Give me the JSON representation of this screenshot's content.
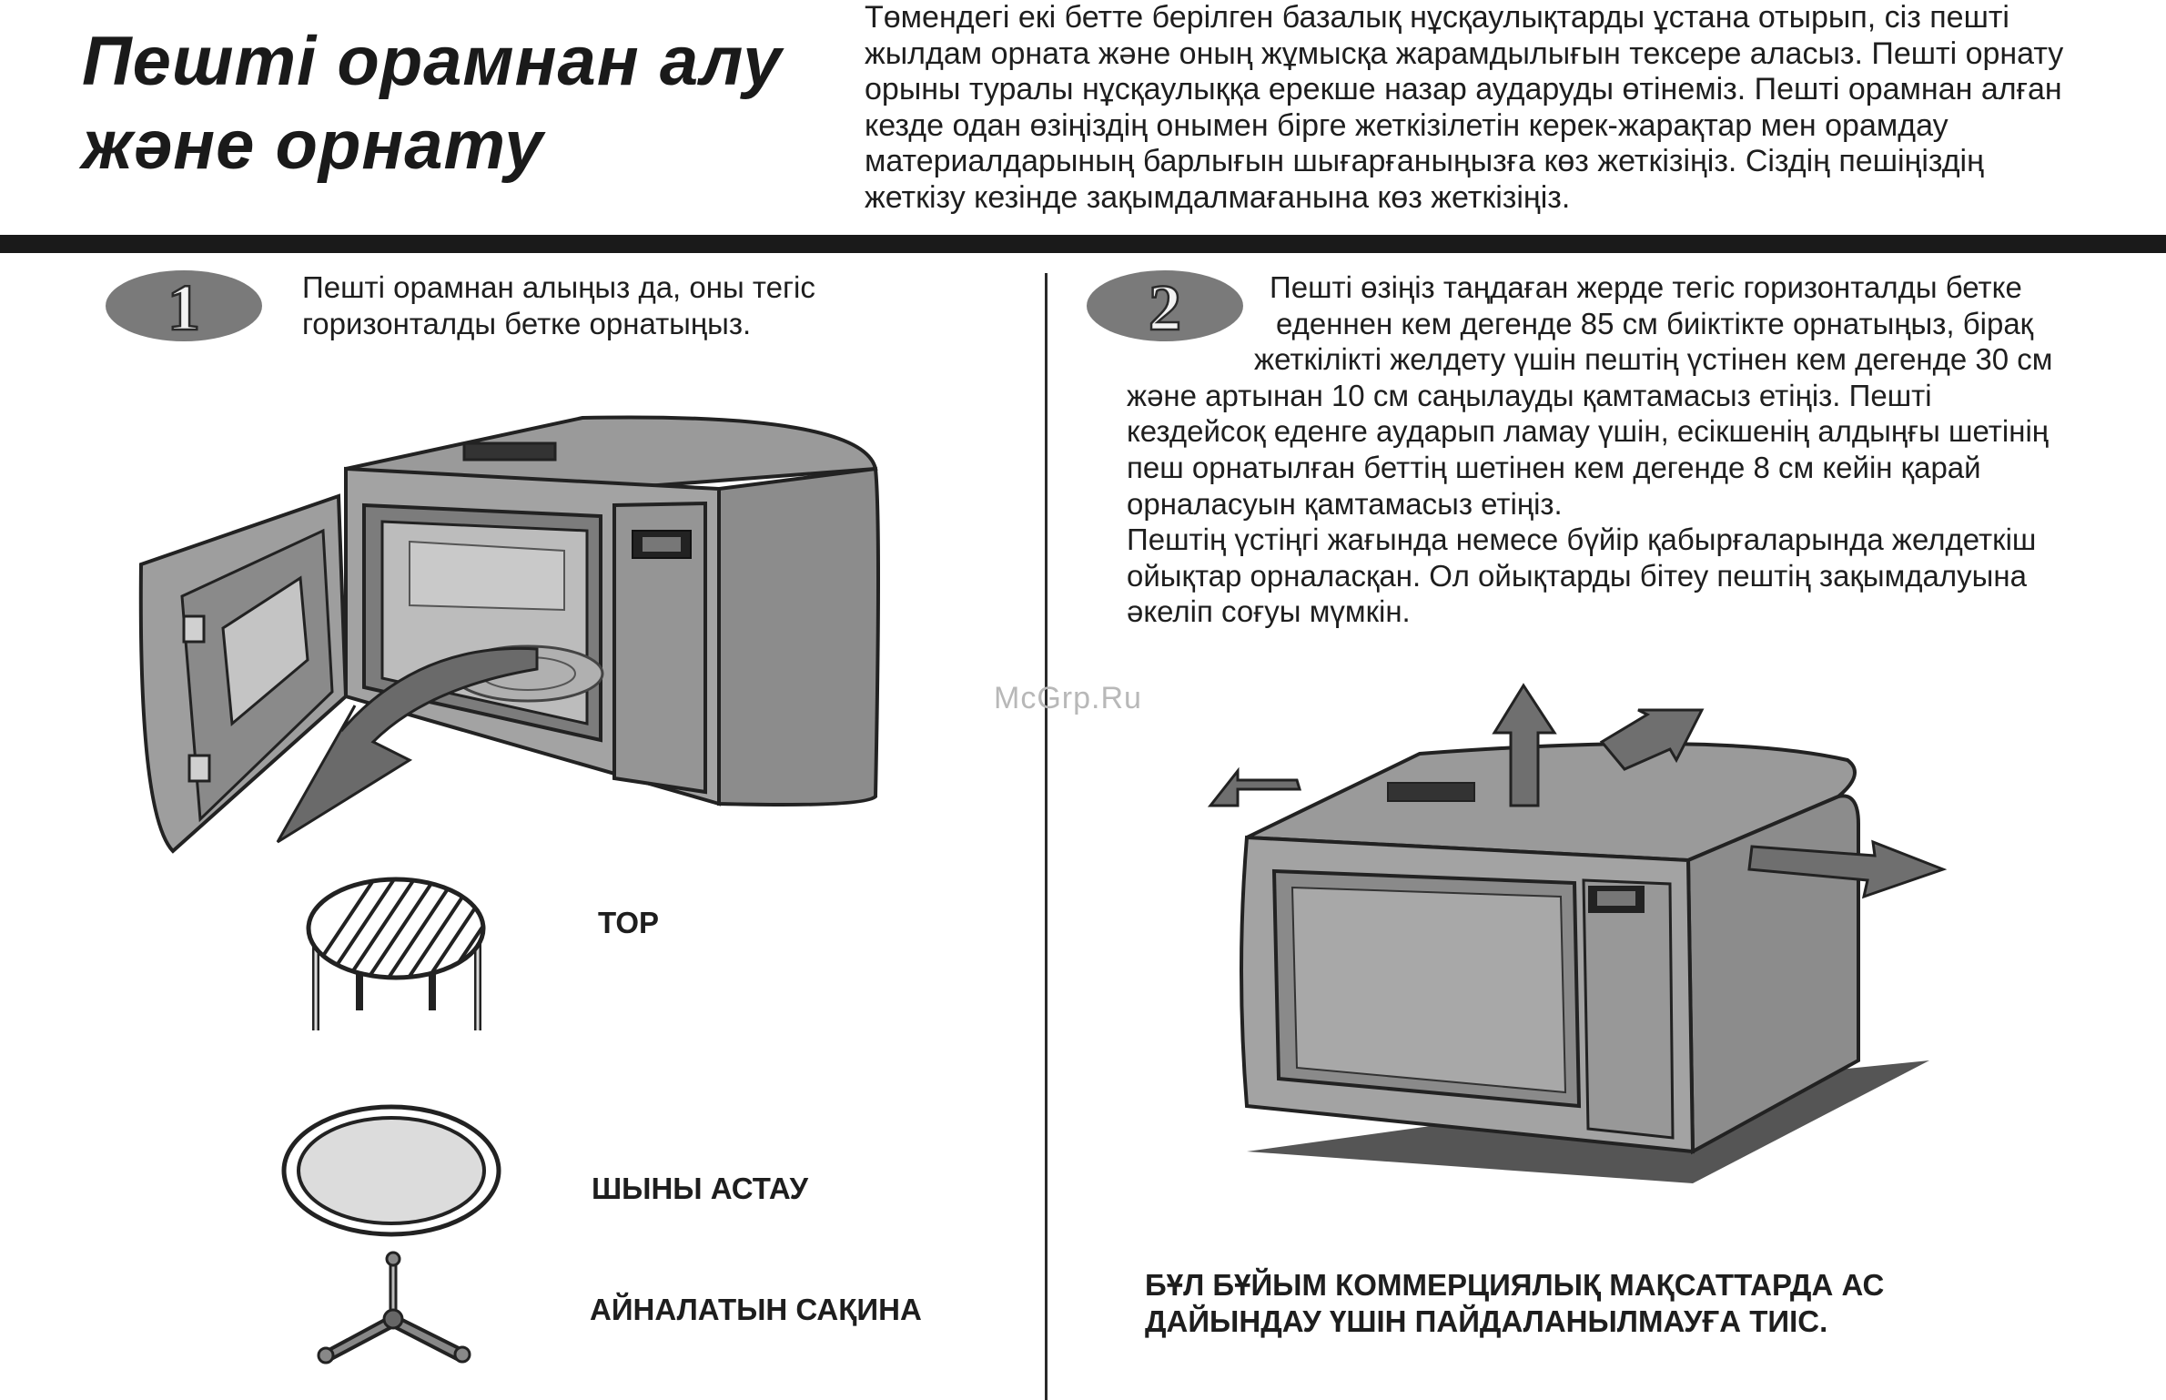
{
  "title": {
    "line1": "Пешті орамнан алу",
    "line2": "және орнату"
  },
  "intro": {
    "lines": [
      "Төмендегі екі бетте берілген базалық нұсқаулықтарды ұстана отырып, сіз пешті",
      "жылдам орната және оның жұмысқа жарамдылығын тексере аласыз. Пешті орнату",
      "орыны туралы нұсқаулыққа ерекше назар аударуды өтінеміз. Пешті орамнан алған",
      "кезде одан өзіңіздің онымен бірге жеткізілетін керек-жарақтар мен орамдау",
      "материалдарының барлығын шығарғаныңызға көз жеткізіңіз. Сіздің пешіңіздің",
      "жеткізу кезінде зақымдалмағанына көз жеткізіңіз."
    ]
  },
  "step1": {
    "number": "1",
    "lines": [
      "Пешті орамнан алыңыз да, оны тегіс",
      "горизонталды бетке орнатыңыз."
    ]
  },
  "step2": {
    "number": "2",
    "lines": [
      "Пешті өзіңіз таңдаған жерде тегіс горизонталды бетке",
      "еденнен кем дегенде 85 см биіктікте орнатыңыз, бірақ",
      "жеткілікті желдету үшін пештің үстінен кем дегенде 30 см",
      "және артынан 10 см саңылауды қамтамасыз етіңіз. Пешті",
      "кездейсоқ еденге аударып ламау үшін, есікшенің алдыңғы шетінің",
      "пеш орнатылған беттің шетінен кем дегенде 8 см кейін қарай",
      "орналасуын қамтамасыз етіңіз.",
      "Пештің үстіңгі жағында немесе бүйір қабырғаларында желдеткіш",
      "ойықтар орналасқан. Ол ойықтарды бітеу пештің зақымдалуына",
      "әкеліп соғуы мүмкін."
    ]
  },
  "accessories": {
    "rack": "ТОР",
    "plate": "ШЫНЫ АСТАУ",
    "ring": "АЙНАЛАТЫН САҚИНА"
  },
  "warning": {
    "line1": "БҰЛ БҰЙЫМ КОММЕРЦИЯЛЫҚ МАҚСАТТАРДА АС",
    "line2": "ДАЙЫНДАУ ҮШІН ПАЙДАЛАНЫЛМАУҒА ТИІС."
  },
  "watermark": "McGrp.Ru"
}
